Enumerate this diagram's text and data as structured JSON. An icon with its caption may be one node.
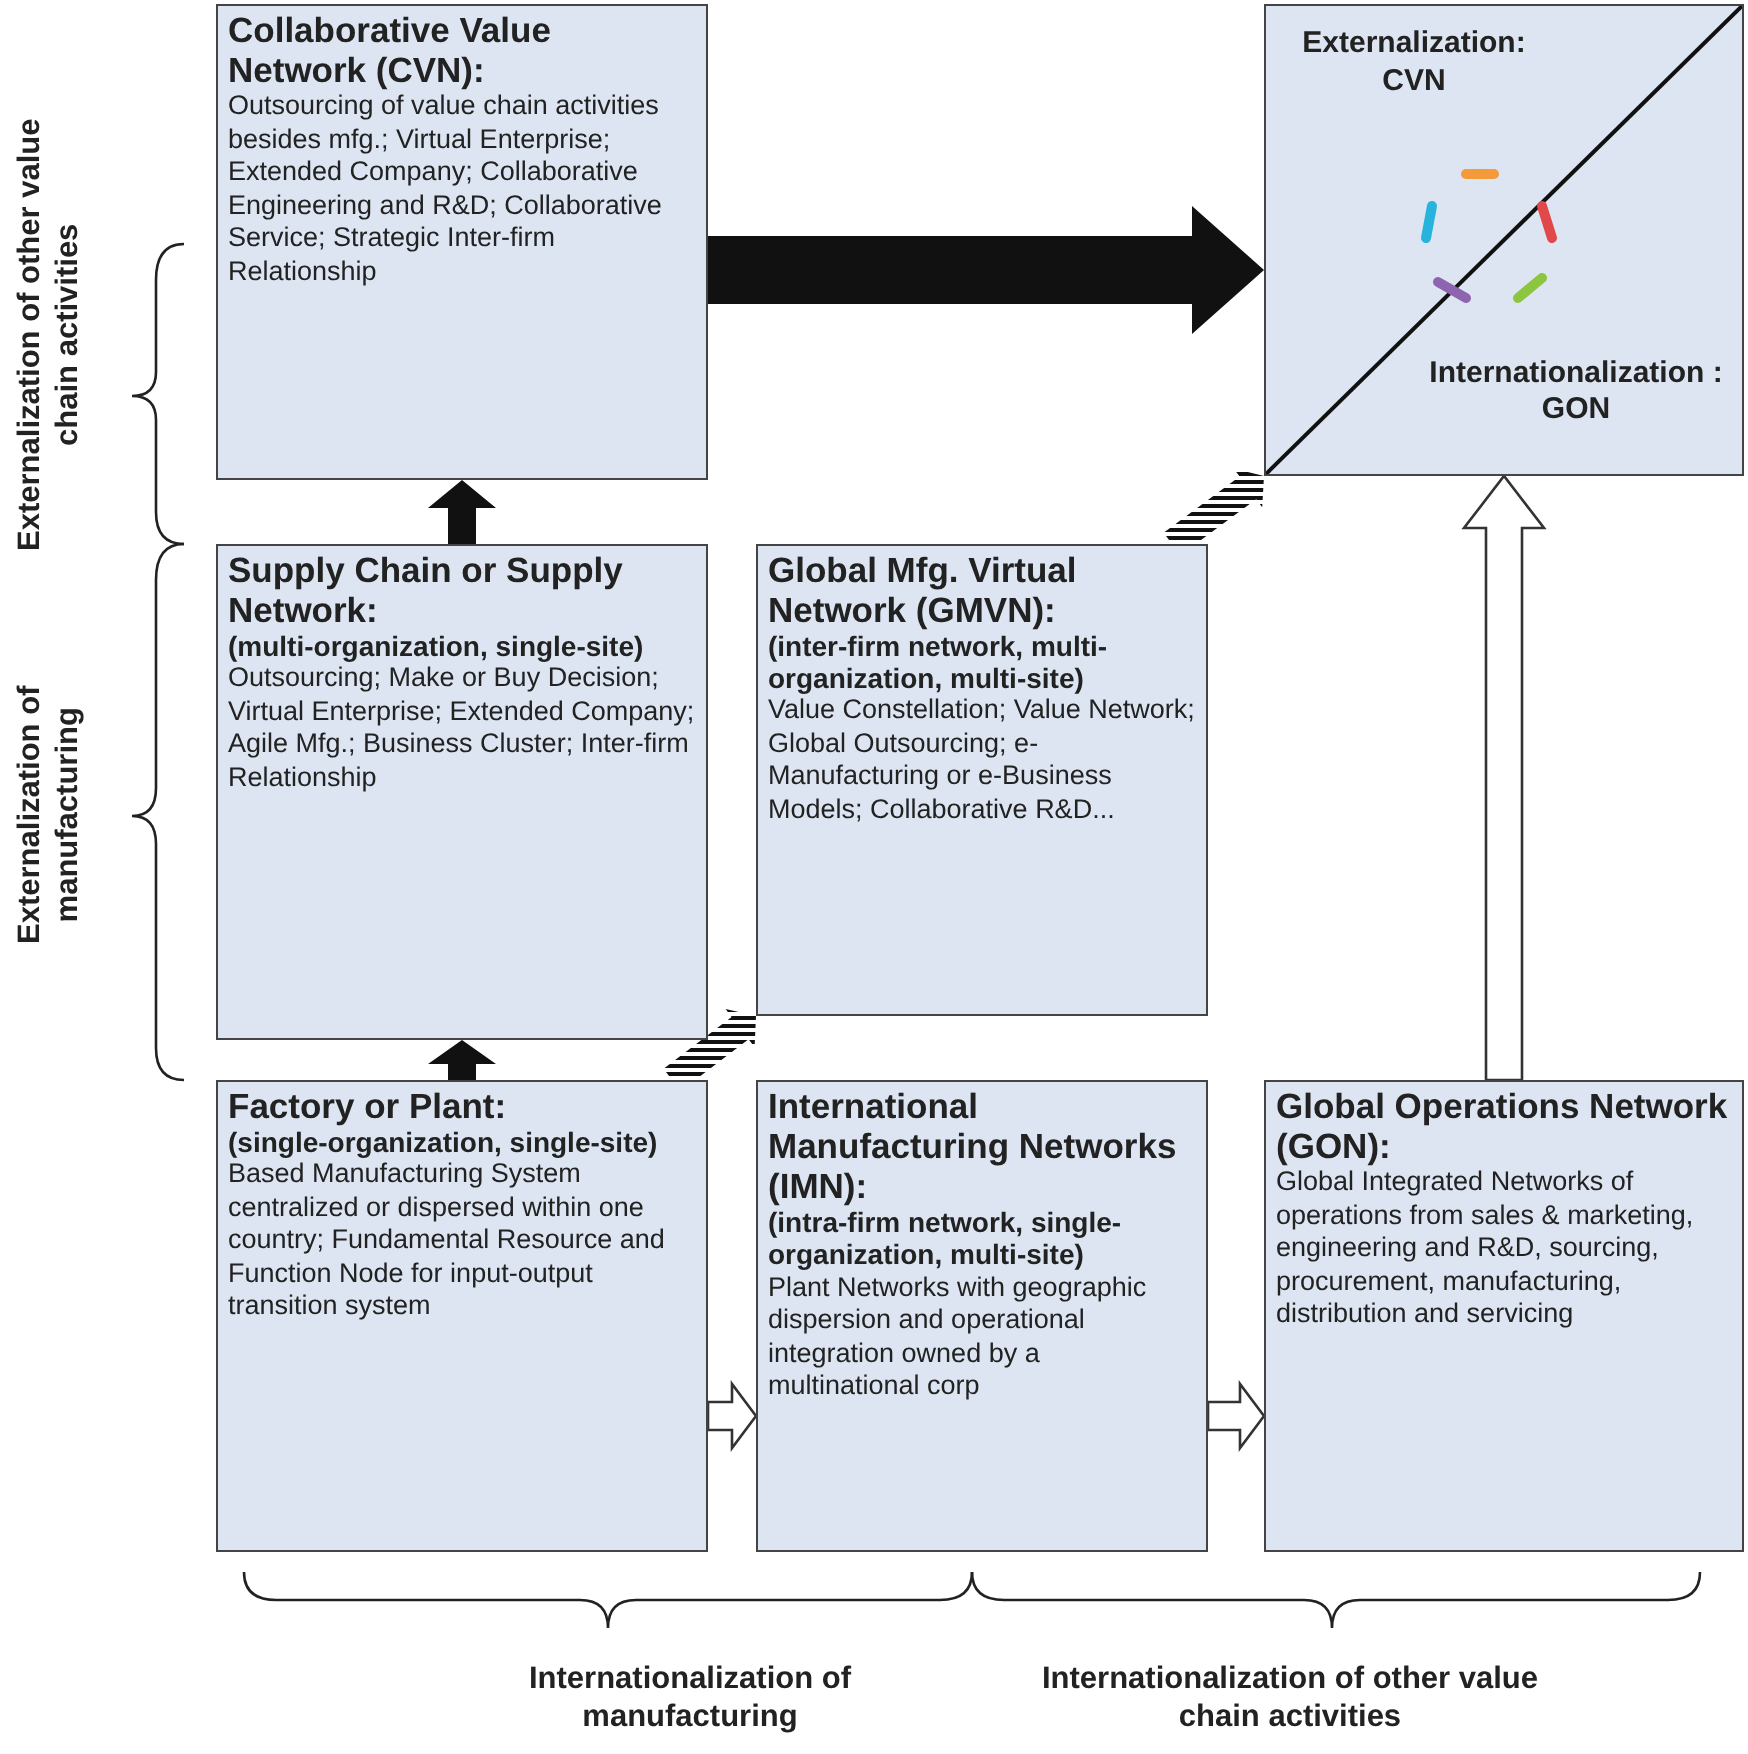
{
  "diagram": {
    "nodes": [
      {
        "text": [
          "Collaborative Value Network (CVN):",
          "Outsourcing of value chain activities besides mfg.; Virtual Enterprise; Extended Company; Collaborative Engineering and R&D; Collaborative Service; Strategic Inter-firm Relationship"
        ]
      },
      {
        "text": [
          "Externalization: CVN",
          "Internationalization : GON"
        ]
      },
      {
        "text": [
          "Supply Chain or Supply Network:",
          "(multi-organization, single-site)",
          "Outsourcing; Make or Buy Decision; Virtual Enterprise; Extended Company; Agile Mfg.; Business Cluster; Inter-firm Relationship"
        ]
      },
      {
        "text": [
          "Global Mfg. Virtual Network (GMVN):",
          "(inter-firm network, multi-organization, multi-site)",
          "Value Constellation; Value Network; Global Outsourcing; e-Manufacturing or e-Business Models; Collaborative R&D..."
        ]
      },
      {
        "text": [
          "Factory or Plant:",
          "(single-organization, single-site)",
          "Based Manufacturing System centralized or dispersed within one country; Fundamental Resource and Function Node for input-output transition system"
        ]
      },
      {
        "text": [
          "International Manufacturing Networks (IMN):",
          "(intra-firm network, single-organization, multi-site)",
          "Plant Networks with geographic dispersion and operational integration owned by a multinational corp"
        ]
      },
      {
        "text": [
          "Global Operations Network (GON):",
          "Global Integrated Networks of operations from sales & marketing, engineering and R&D, sourcing, procurement, manufacturing, distribution and servicing"
        ]
      }
    ],
    "edges": [
      {
        "from": 4,
        "to": 2,
        "arrow": "to",
        "style": "thick"
      },
      {
        "from": 2,
        "to": 0,
        "arrow": "to",
        "style": "thick"
      },
      {
        "from": 0,
        "to": 1,
        "arrow": "to",
        "style": "thick"
      },
      {
        "from": 4,
        "to": 5,
        "arrow": "to"
      },
      {
        "from": 5,
        "to": 6,
        "arrow": "to"
      },
      {
        "from": 6,
        "to": 1,
        "arrow": "to"
      },
      {
        "from": 4,
        "to": 3,
        "arrow": "to",
        "style": "dashed"
      },
      {
        "from": 3,
        "to": 1,
        "arrow": "to",
        "style": "dashed"
      }
    ],
    "labels": [
      "Externalization of other value chain activities",
      "Externalization of manufacturing",
      "Internationalization of manufacturing",
      "Internationalization of other value chain activities"
    ]
  }
}
